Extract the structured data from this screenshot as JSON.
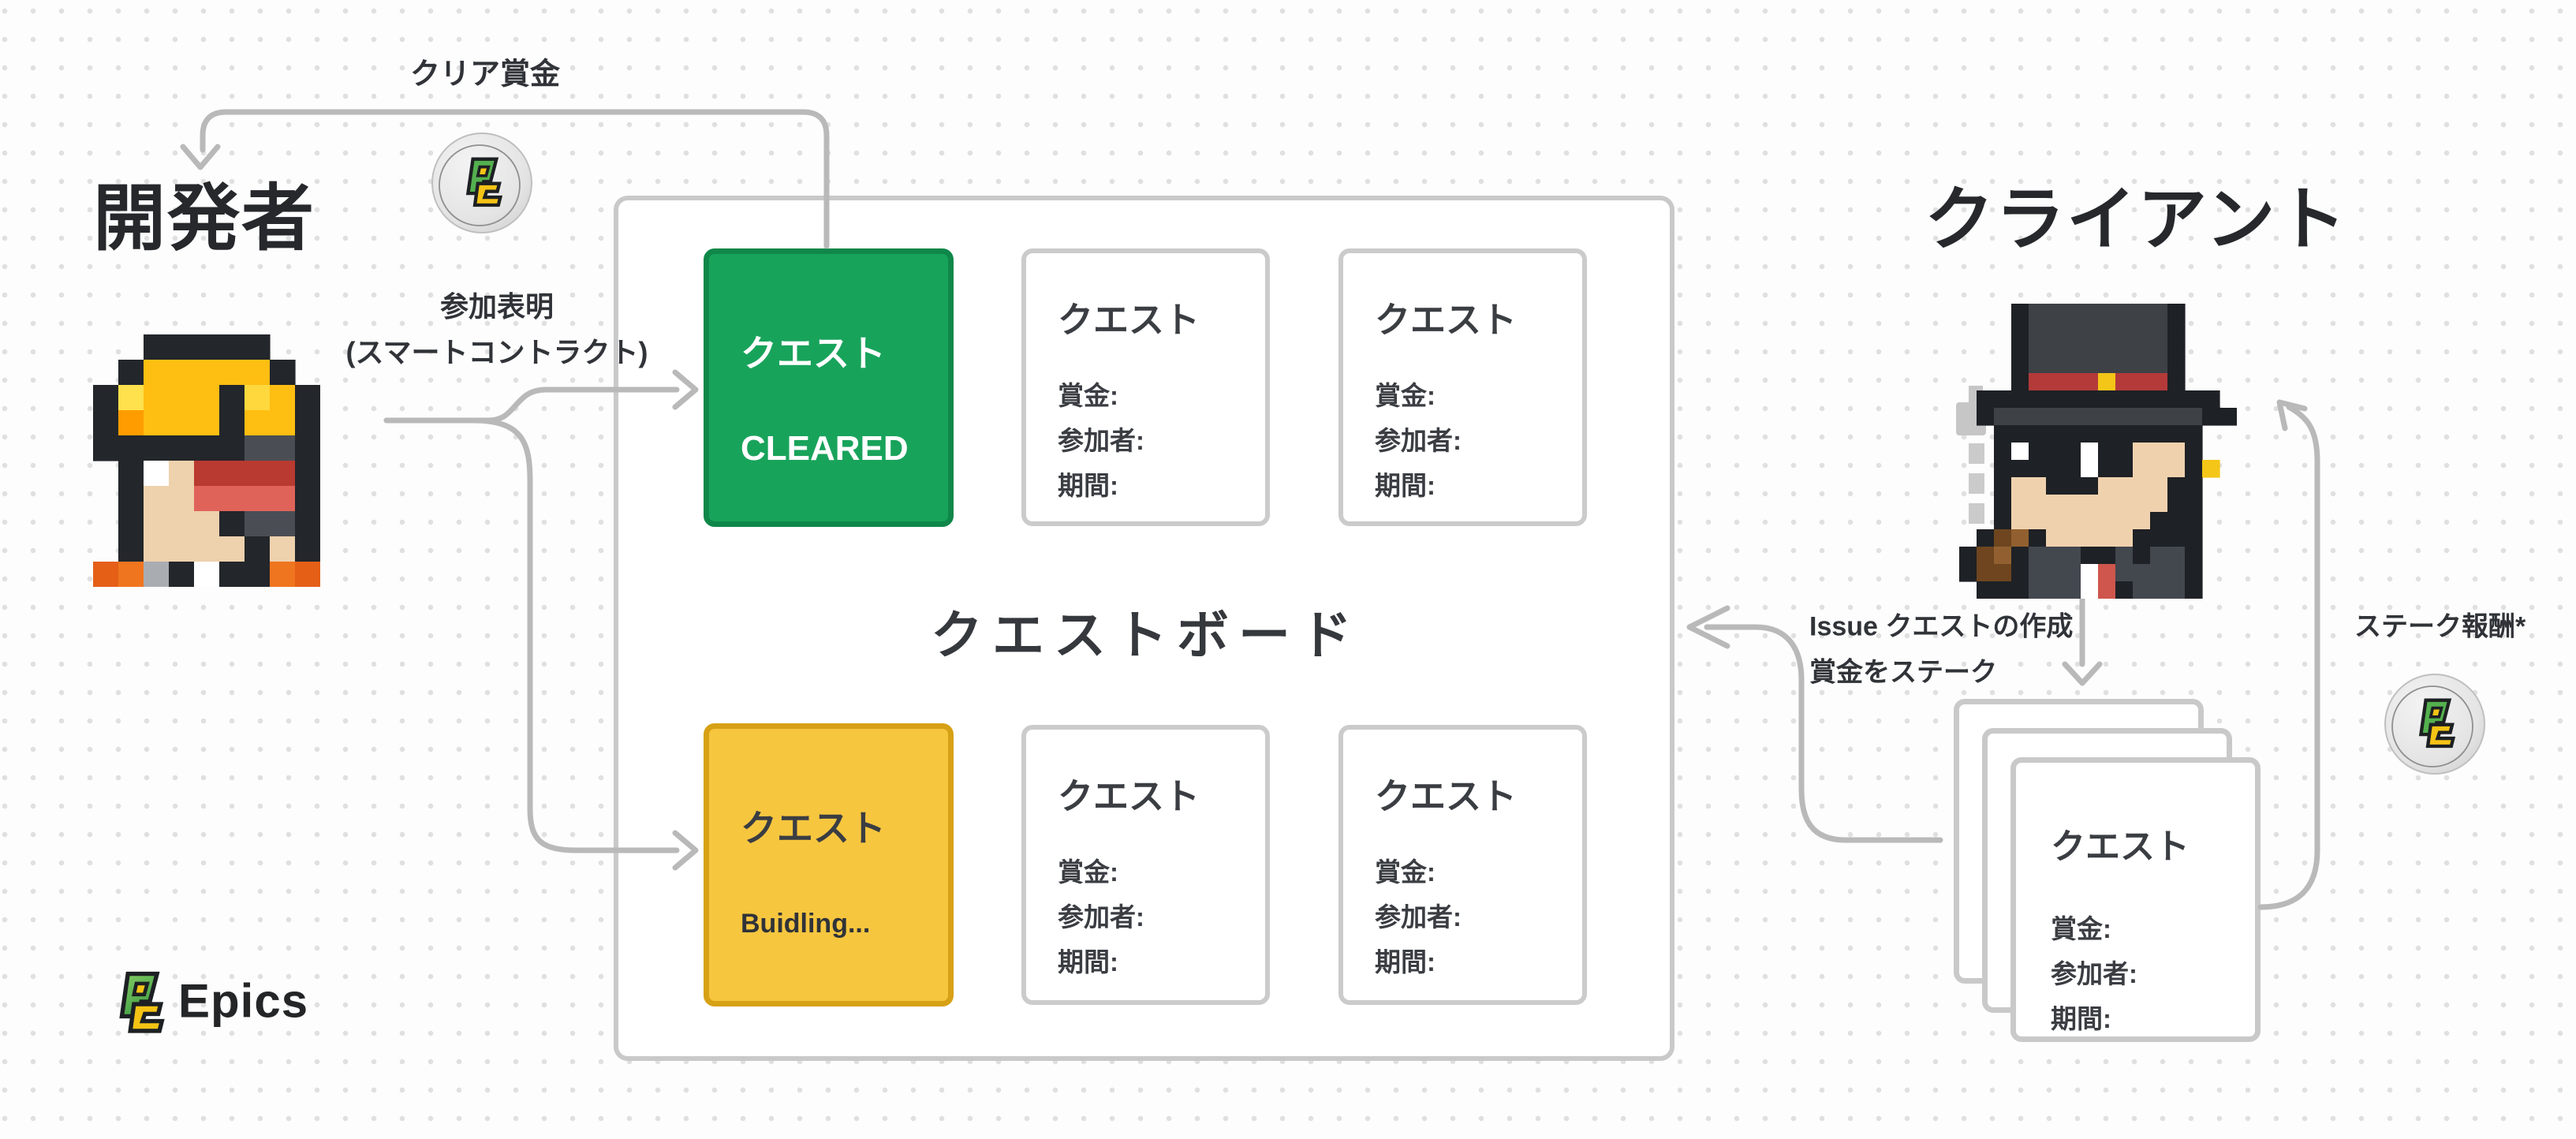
{
  "actors": {
    "developer": {
      "label": "開発者",
      "avatar_icon": "developer-pixel-avatar"
    },
    "client": {
      "label": "クライアント",
      "avatar_icon": "client-pixel-avatar"
    }
  },
  "flows": {
    "clear_reward": {
      "label": "クリア賞金",
      "icon": "epics-coin-icon"
    },
    "participation": {
      "line1": "参加表明",
      "line2": "(スマートコントラクト)"
    },
    "issue": {
      "line1": "Issue クエストの作成",
      "line2": "賞金をステーク"
    },
    "stake_reward": {
      "label": "ステーク報酬*",
      "icon": "epics-coin-icon"
    }
  },
  "board": {
    "title": "クエストボード",
    "cards": [
      {
        "id": "cleared",
        "title": "クエスト",
        "status": "CLEARED"
      },
      {
        "id": "open-top-1",
        "title": "クエスト",
        "fields": [
          "賞金:",
          "参加者:",
          "期間:"
        ]
      },
      {
        "id": "open-top-2",
        "title": "クエスト",
        "fields": [
          "賞金:",
          "参加者:",
          "期間:"
        ]
      },
      {
        "id": "building",
        "title": "クエスト",
        "status": "Buidling..."
      },
      {
        "id": "open-bottom-1",
        "title": "クエスト",
        "fields": [
          "賞金:",
          "参加者:",
          "期間:"
        ]
      },
      {
        "id": "open-bottom-2",
        "title": "クエスト",
        "fields": [
          "賞金:",
          "参加者:",
          "期間:"
        ]
      }
    ]
  },
  "stack": {
    "front_card": {
      "title": "クエスト",
      "fields": [
        "賞金:",
        "参加者:",
        "期間:"
      ]
    }
  },
  "brand": {
    "name": "Epics",
    "logo_icon": "epics-logo-icon"
  },
  "colors": {
    "cleared_green": "#18a35b",
    "cleared_green_border": "#0f8749",
    "building_yellow": "#f7c63f",
    "building_yellow_border": "#d7a115",
    "arrow_gray": "#b9b9b9",
    "card_border_gray": "#cbcbcb",
    "text_dark": "#303338",
    "coin_silver": "#e9e9e9",
    "logo_green": "#54b14e",
    "logo_yellow": "#f4c315"
  }
}
